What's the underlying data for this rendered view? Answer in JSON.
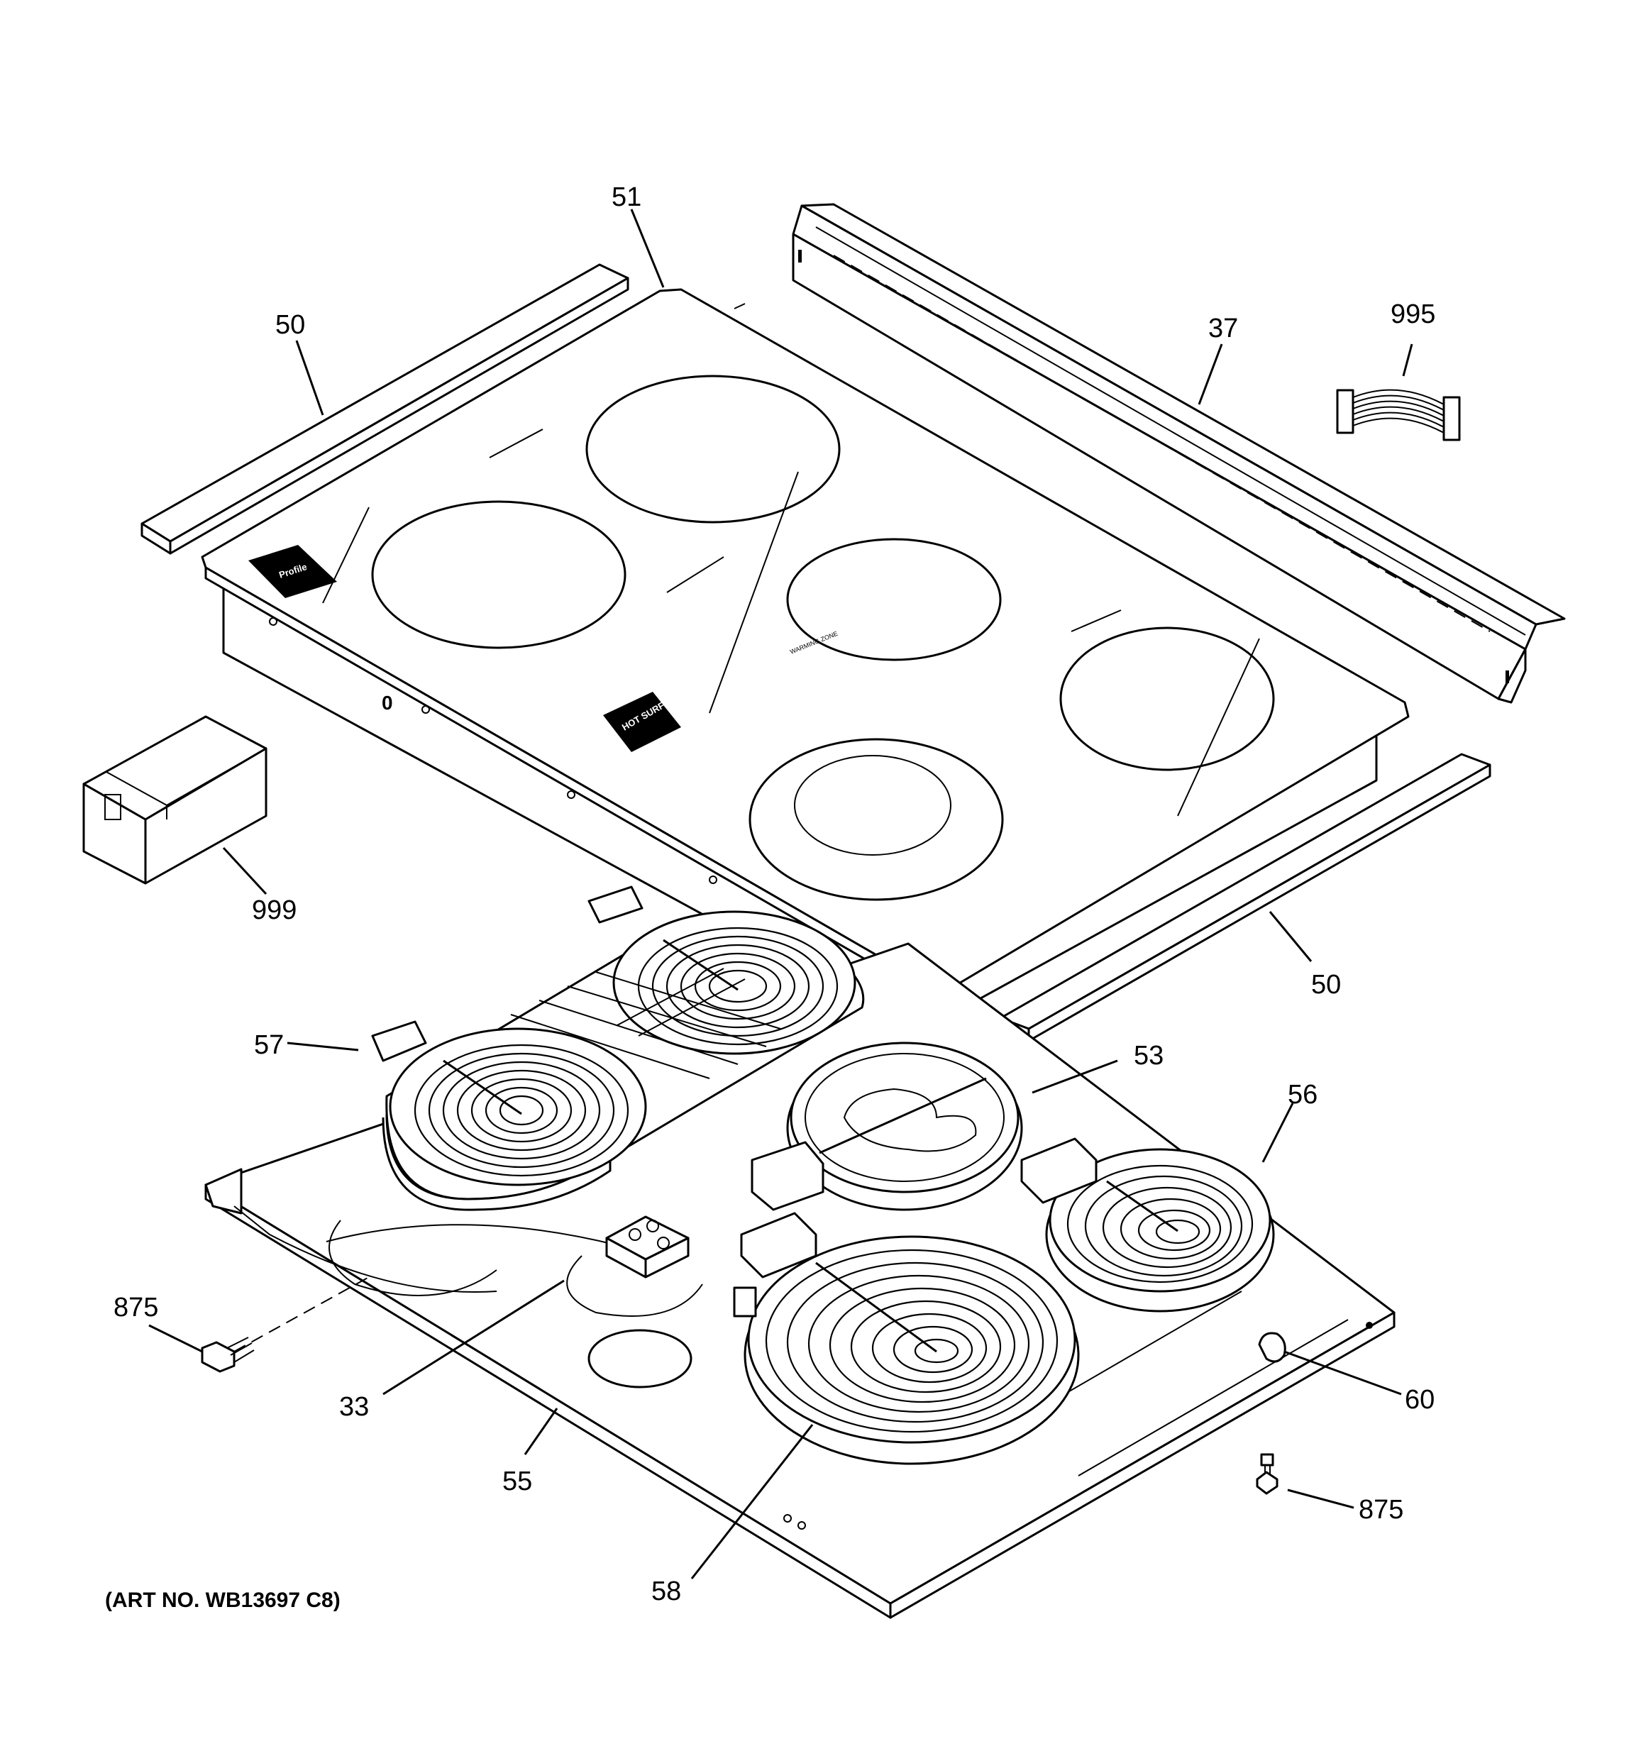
{
  "callouts": {
    "c51": "51",
    "c50_left": "50",
    "c37": "37",
    "c995": "995",
    "c999": "999",
    "c50_right": "50",
    "c57": "57",
    "c53": "53",
    "c56": "56",
    "c875_left": "875",
    "c33": "33",
    "c55": "55",
    "c60": "60",
    "c875_right": "875",
    "c58": "58"
  },
  "glass_labels": {
    "hot_surface": "HOT SURFACE",
    "warming_zone": "WARMING ZONE"
  },
  "logo_text": "Profile",
  "art_number": "(ART NO. WB13697 C8)"
}
